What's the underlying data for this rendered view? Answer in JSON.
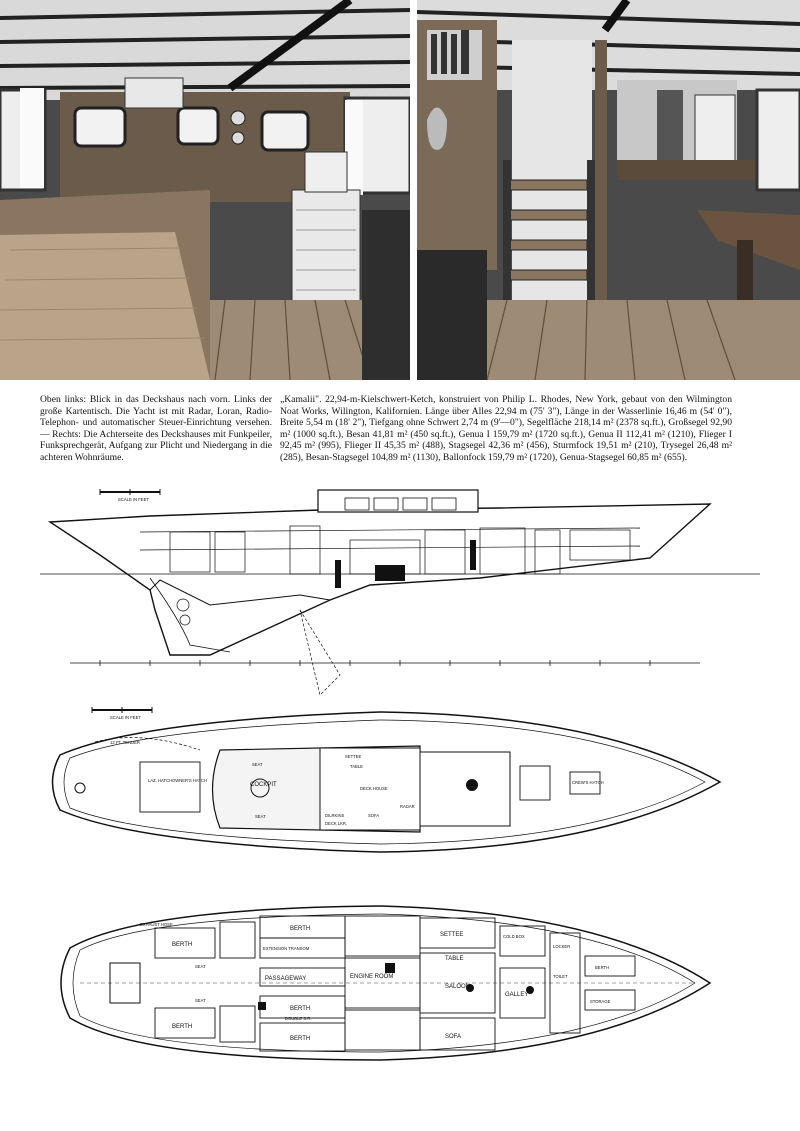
{
  "caption_left": "Oben links: Blick in das Deckshaus nach vorn. Links der große Kartentisch. Die Yacht ist mit Radar, Loran, Radio-Telephon- und automatischer Steuer-Einrichtung versehen. — Rechts: Die Achterseite des Deckshauses mit Funkpeiler, Funksprechgerät, Aufgang zur Plicht und Niedergang in die achteren Wohnräume.",
  "caption_right": "„Kamalii\". 22,94-m-Kielschwert-Ketch, konstruiert von Philip L. Rhodes, New York, gebaut von den Wilmington Noat Works, Wilington, Kalifornien. Länge über Alles 22,94 m (75' 3\"), Länge in der Wasserlinie 16,46 m (54' 0\"), Breite 5,54 m (18' 2\"), Tiefgang ohne Schwert 2,74 m (9'—0\"), Segelfläche 218,14 m² (2378 sq.ft.), Großsegel 92,90 m² (1000 sq.ft.), Besan 41,81 m² (450 sq.ft.), Genua I 159,79 m² (1720 sq.ft.), Genua II 112,41 m² (1210), Flieger I 92,45 m² (995), Flieger II 45,35 m² (488), Stagsegel 42,36 m² (456), Sturmfock 19,51 m² (210), Trysegel 26,48 m² (285), Besan-Stagsegel 104,89 m² (1130), Ballonfock 159,79 m² (1720), Genua-Stagsegel 60,85 m² (655).",
  "profile": {
    "scale_label": "SCALE IN FEET"
  },
  "deck": {
    "scale_label": "SCALE IN FEET",
    "labels": {
      "tender": "12 FT. TENDER",
      "setter": "SETTEE",
      "table": "TABLE",
      "seat_top": "SEAT",
      "cockpit": "COCKPIT",
      "deck_house": "DECK HOUSE",
      "seat_bottom": "SEAT",
      "laz_hatch": "LAZ. HATCH",
      "owners_hatch": "OWNER'S HATCH",
      "dilrkins": "DILRKINS",
      "sofa": "SOFA",
      "deck_lkr": "DECK LKR.",
      "radar": "RADAR",
      "crews_hatch": "CREW'S HATCH"
    }
  },
  "accommodation": {
    "labels": {
      "exhaust_hose": "EXHAUST HOSE",
      "berth_1": "BERTH",
      "seat_1": "SEAT",
      "berth_2": "BERTH",
      "seat_2": "SEAT",
      "berth_top": "BERTH",
      "extension_transom": "EXTENSION TRANSOM",
      "passageway": "PASSAGEWAY",
      "engine_room": "ENGINE ROOM",
      "berth_mid": "BERTH",
      "double_sr": "DOUBLE S.R.",
      "berth_bottom": "BERTH",
      "settee": "SETTEE",
      "table": "TABLE",
      "saloon": "SALOON",
      "sofa": "SOFA",
      "galley": "GALLEY",
      "cold_box": "COLD BOX",
      "locker": "LOCKER",
      "berth_fwd": "BERTH",
      "toilet": "TOILET",
      "storage": "STORAGE"
    }
  }
}
